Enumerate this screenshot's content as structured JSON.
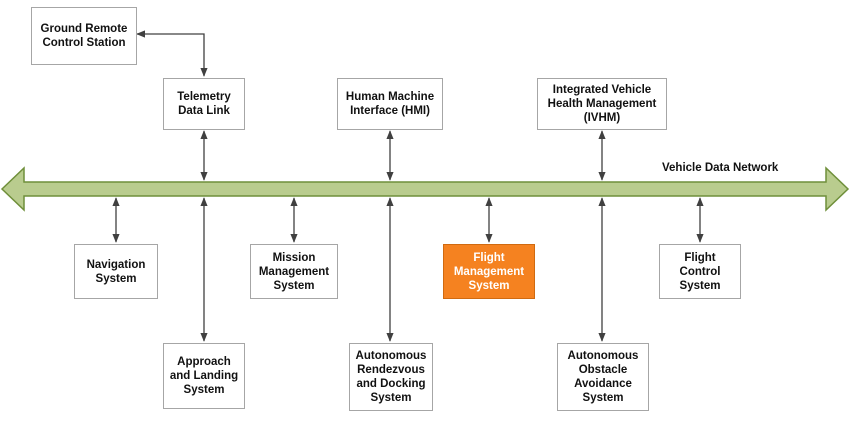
{
  "network": {
    "label": "Vehicle Data Network",
    "fill": "#b9cc8e",
    "stroke": "#6f8f3a"
  },
  "boxes": {
    "ground": {
      "label": "Ground Remote\nControl Station"
    },
    "telemetry": {
      "label": "Telemetry\nData Link"
    },
    "hmi": {
      "label": "Human Machine\nInterface (HMI)"
    },
    "ivhm": {
      "label": "Integrated Vehicle\nHealth Management\n(IVHM)"
    },
    "navigation": {
      "label": "Navigation\nSystem"
    },
    "mission": {
      "label": "Mission\nManagement\nSystem"
    },
    "flight_mgmt": {
      "label": "Flight\nManagement\nSystem",
      "color": "#f58220"
    },
    "flight_ctrl": {
      "label": "Flight\nControl\nSystem"
    },
    "approach": {
      "label": "Approach\nand Landing\nSystem"
    },
    "rendezvous": {
      "label": "Autonomous\nRendezvous\nand Docking\nSystem"
    },
    "obstacle": {
      "label": "Autonomous\nObstacle\nAvoidance\nSystem"
    }
  }
}
